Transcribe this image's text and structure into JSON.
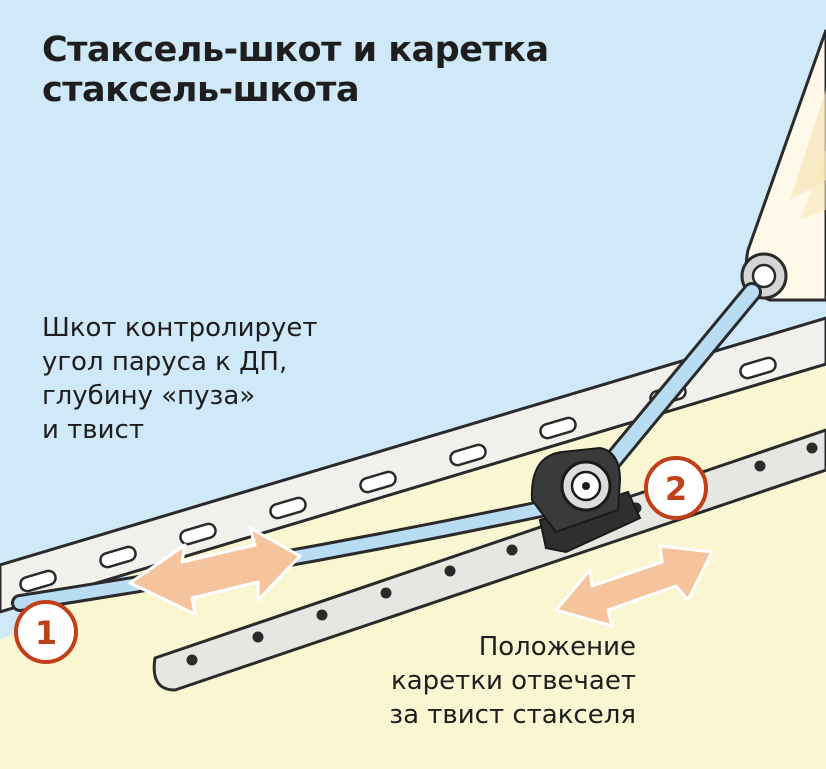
{
  "title": {
    "line1": "Стаксель-шкот и каретка",
    "line2": "стаксель-шкота"
  },
  "caption_sheet": {
    "lines": [
      "Шкот контролирует",
      "угол паруса к ДП,",
      "глубину «пуза»",
      "и твист"
    ]
  },
  "caption_car": {
    "lines": [
      "Положение",
      "каретки отвечает",
      "за твист стакселя"
    ]
  },
  "markers": {
    "one": "1",
    "two": "2"
  },
  "icons": [
    "double-arrow-icon",
    "double-arrow-icon",
    "block-icon",
    "clew-ring-icon"
  ],
  "colors": {
    "sky": "#cfe9f8",
    "deck": "#fbf6d2",
    "sheet": "#b8dcf2",
    "arrow": "#f6c49c",
    "marker_ring": "#c0401a",
    "track_light": "#f0f0ec",
    "track_dark": "#e6e6e2",
    "outline": "#2a2a2a"
  }
}
